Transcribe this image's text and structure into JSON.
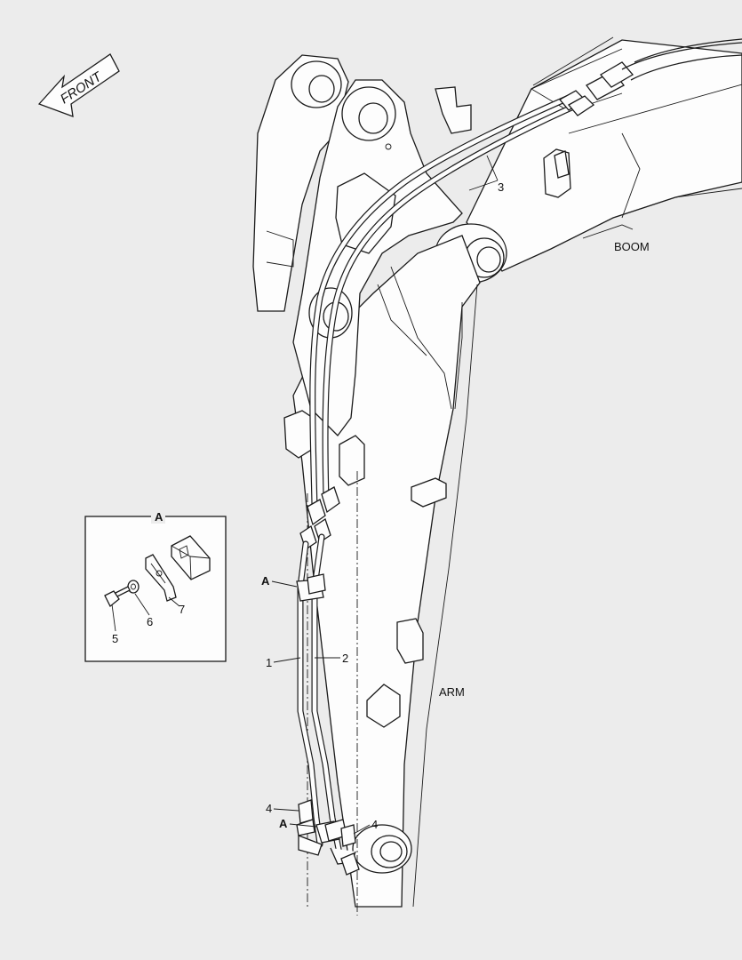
{
  "direction": {
    "front_label": "FRONT"
  },
  "components": {
    "boom_label": "BOOM",
    "arm_label": "ARM"
  },
  "detail": {
    "title": "A"
  },
  "callouts": {
    "view_ref_upper": "A",
    "view_ref_lower": "A",
    "part_1": "1",
    "part_2": "2",
    "part_3": "3",
    "part_4_left": "4",
    "part_4_right": "4",
    "part_5": "5",
    "part_6": "6",
    "part_7": "7"
  }
}
